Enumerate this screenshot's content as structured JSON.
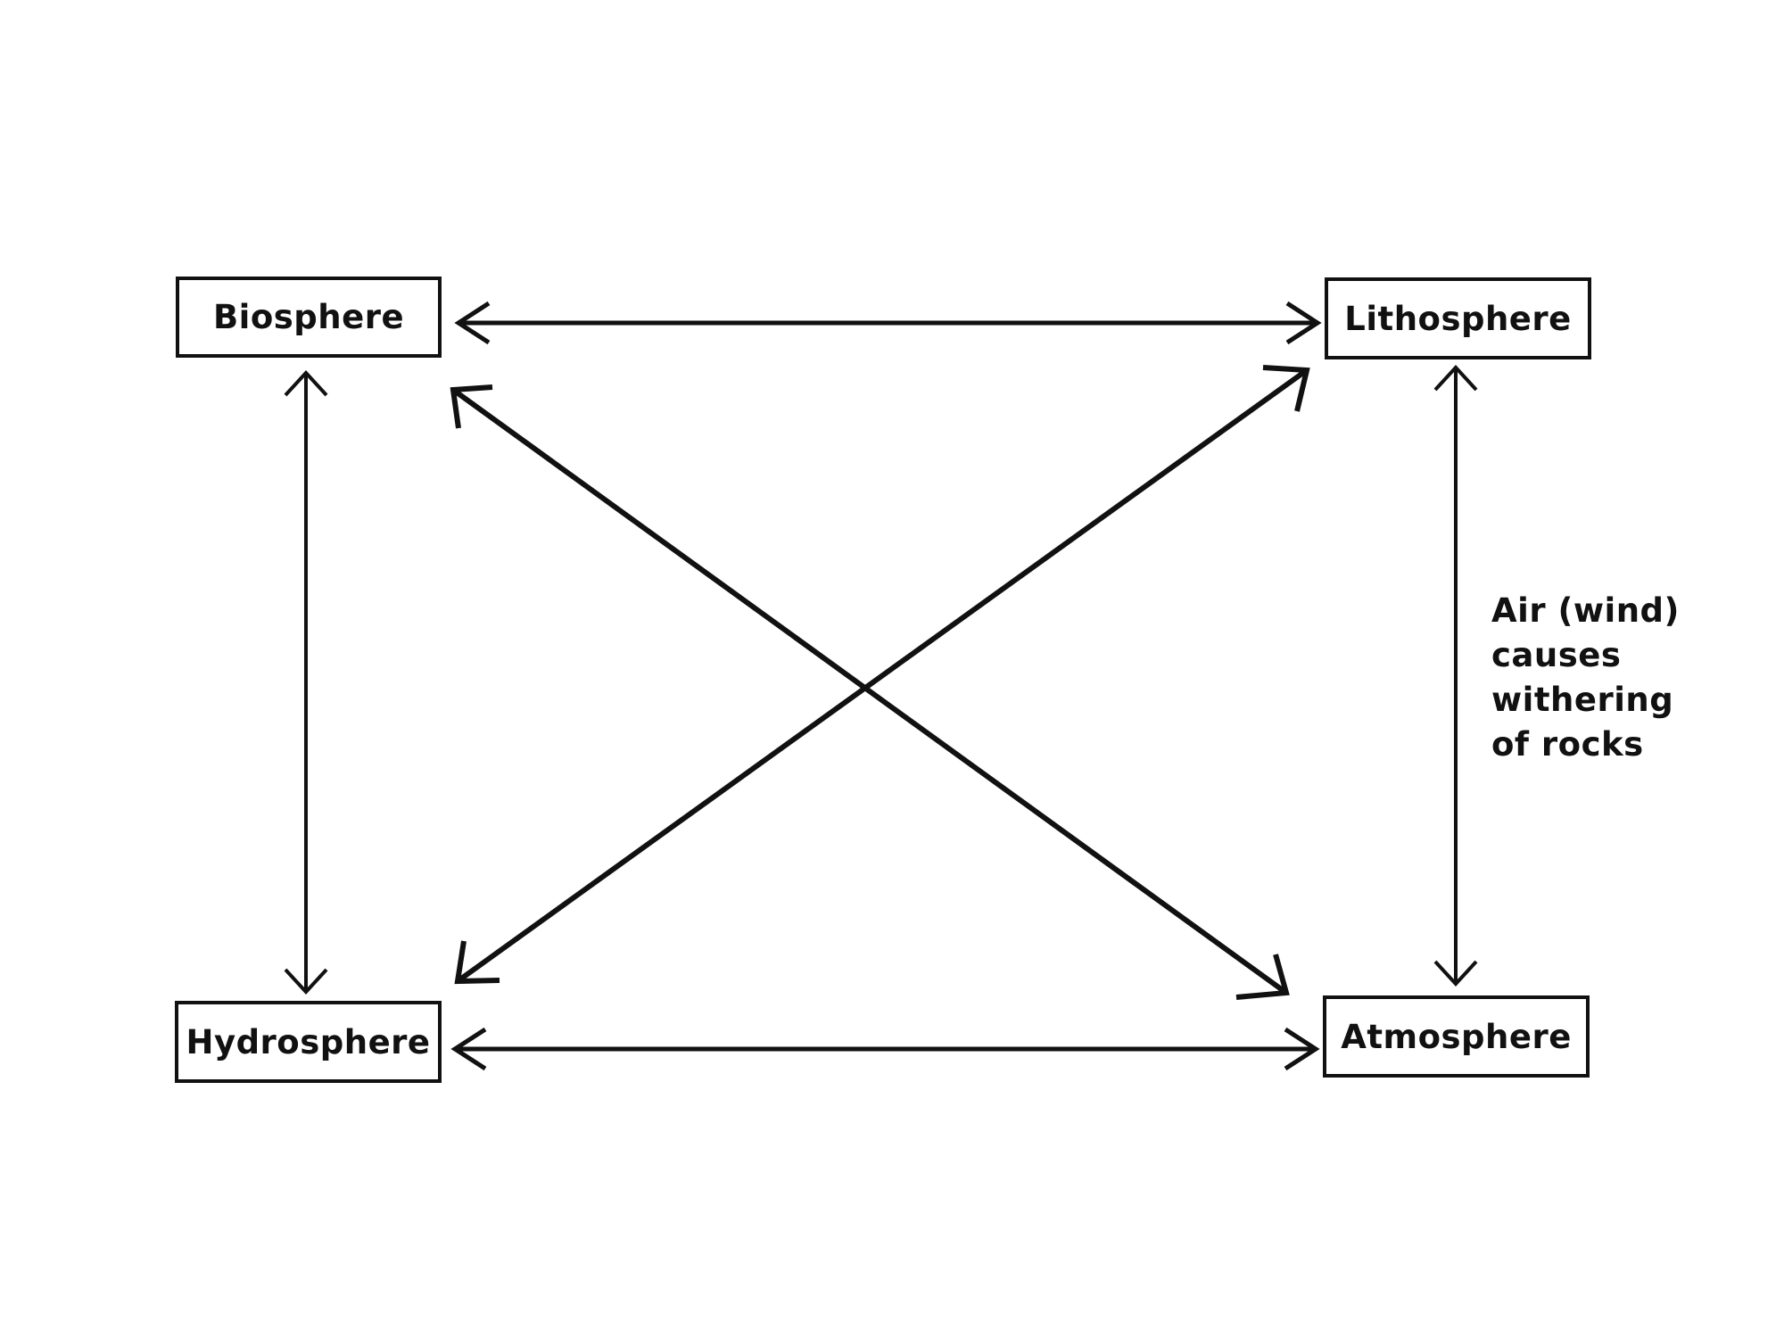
{
  "diagram": {
    "nodes": {
      "biosphere": "Biosphere",
      "lithosphere": "Lithosphere",
      "hydrosphere": "Hydrosphere",
      "atmosphere": "Atmosphere"
    },
    "annotation": {
      "lines": [
        "Air (wind)",
        "causes",
        "withering",
        "of rocks"
      ]
    },
    "connections": [
      {
        "from": "Biosphere",
        "to": "Lithosphere",
        "direction": "both"
      },
      {
        "from": "Biosphere",
        "to": "Hydrosphere",
        "direction": "both"
      },
      {
        "from": "Lithosphere",
        "to": "Atmosphere",
        "direction": "both"
      },
      {
        "from": "Hydrosphere",
        "to": "Atmosphere",
        "direction": "both"
      },
      {
        "from": "Biosphere",
        "to": "Atmosphere",
        "direction": "both"
      },
      {
        "from": "Lithosphere",
        "to": "Hydrosphere",
        "direction": "both"
      }
    ],
    "colors": {
      "line": "#111111",
      "background": "#ffffff"
    }
  }
}
